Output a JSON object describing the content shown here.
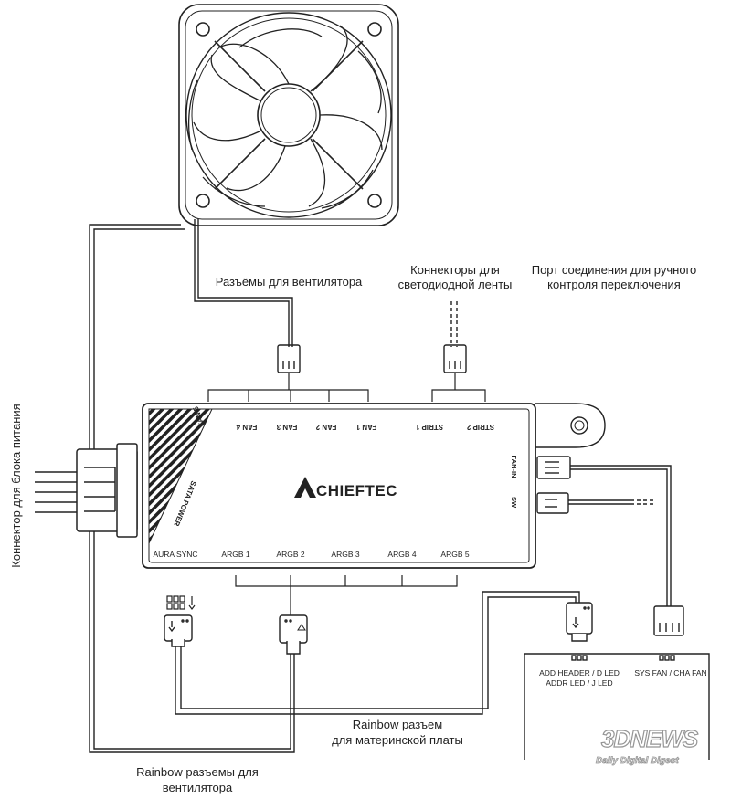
{
  "captions": {
    "fan_connectors": "Разъёмы для вентилятора",
    "led_strip_line1": "Коннекторы для",
    "led_strip_line2": "светодиодной ленты",
    "manual_port_line1": "Порт соединения для ручного",
    "manual_port_line2": "контроля переключения",
    "psu_connector": "Коннектор для блока питания",
    "rainbow_mb_line1": "Rainbow разъем",
    "rainbow_mb_line2": "для материнской платы",
    "rainbow_fans_line1": "Rainbow разъемы для",
    "rainbow_fans_line2": "вентилятора"
  },
  "hub": {
    "brand": "CHIEFTEC",
    "top_ports": [
      "FAN 5",
      "FAN 4",
      "FAN 3",
      "FAN 2",
      "FAN 1",
      "STRIP 1",
      "STRIP 2"
    ],
    "sata_power": "SATA POWER",
    "right_ports": [
      "FAN-IN",
      "SW"
    ],
    "bottom_ports": [
      "AURA SYNC",
      "ARGB 1",
      "ARGB 2",
      "ARGB 3",
      "ARGB 4",
      "ARGB 5"
    ]
  },
  "motherboard": {
    "add_header_line1": "ADD HEADER / D LED",
    "add_header_line2": "ADDR LED / J LED",
    "sys_fan": "SYS FAN / CHA FAN"
  },
  "watermark": {
    "logo": "3DNEWS",
    "tagline": "Daily Digital Digest"
  },
  "colors": {
    "line": "#222222",
    "caption": "#222222",
    "background": "#ffffff"
  }
}
